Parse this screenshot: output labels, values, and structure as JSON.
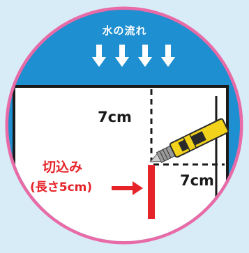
{
  "water_flow": {
    "label": "水の流れ",
    "arrow_count": 4
  },
  "dimensions": {
    "top": "7cm",
    "right": "7cm"
  },
  "cut": {
    "label": "切込み",
    "length_note": "(長さ5cm)"
  },
  "colors": {
    "background": "#d8ecf7",
    "circle_border": "#e86aa6",
    "water": "#1e8fd0",
    "cut_line": "#e52329",
    "dim_line": "#1a1a1a",
    "cutter_blade": "#f2d21a",
    "cutter_body": "#2a2a2a"
  }
}
